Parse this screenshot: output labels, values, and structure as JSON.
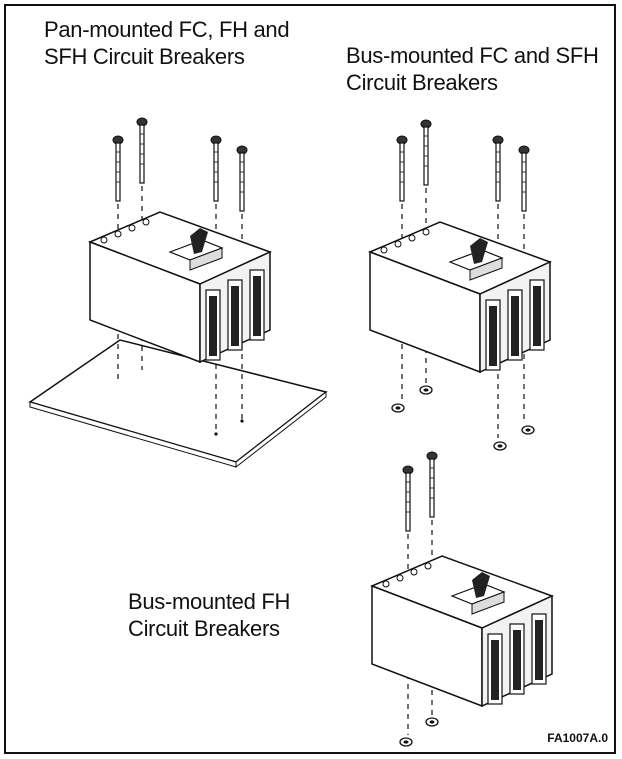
{
  "labels": {
    "pan_mounted": "Pan-mounted FC, FH and SFH Circuit Breakers",
    "bus_mounted_fc_sfh": "Bus-mounted FC and SFH Circuit Breakers",
    "bus_mounted_fh": "Bus-mounted FH Circuit Breakers"
  },
  "figure_id": "FA1007A.0"
}
